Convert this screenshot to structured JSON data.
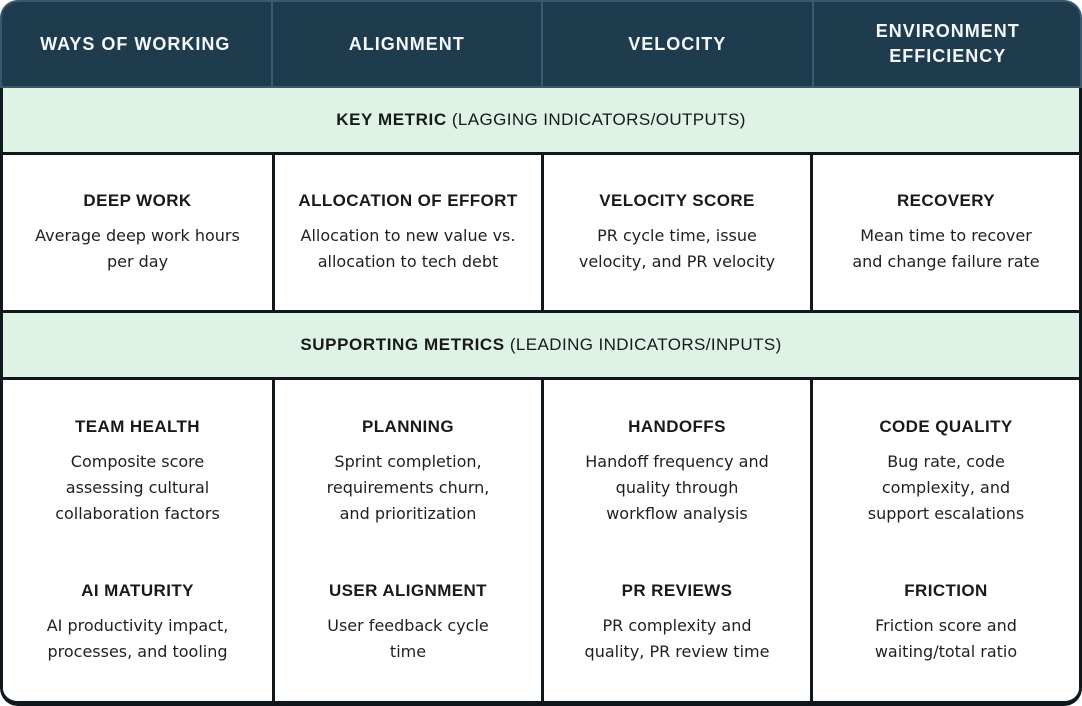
{
  "colors": {
    "navy": "#1e3c4e",
    "navy-stroke": "#3a5a72",
    "mint": "#def2e6",
    "ink": "#10181d"
  },
  "table": {
    "columns": [
      {
        "header": "WAYS OF WORKING"
      },
      {
        "header": "ALIGNMENT"
      },
      {
        "header": "VELOCITY"
      },
      {
        "header": "ENVIRONMENT\nEFFICIENCY"
      }
    ],
    "key_metric_band": {
      "bold": "KEY METRIC",
      "rest": " (LAGGING INDICATORS/OUTPUTS)"
    },
    "key_metrics": [
      {
        "title": "DEEP WORK",
        "description": "Average deep work hours\nper day"
      },
      {
        "title": "ALLOCATION OF EFFORT",
        "description": "Allocation to new value vs.\nallocation to tech debt"
      },
      {
        "title": "VELOCITY SCORE",
        "description": "PR cycle time, issue\nvelocity, and PR velocity"
      },
      {
        "title": "RECOVERY",
        "description": "Mean time to recover\nand change failure rate"
      }
    ],
    "supporting_band": {
      "bold": "SUPPORTING METRICS",
      "rest": " (LEADING INDICATORS/INPUTS)"
    },
    "supporting_metrics": [
      [
        {
          "title": "TEAM HEALTH",
          "description": "Composite score\nassessing cultural\ncollaboration factors"
        },
        {
          "title": "AI MATURITY",
          "description": "AI productivity impact,\nprocesses, and tooling"
        }
      ],
      [
        {
          "title": "PLANNING",
          "description": "Sprint completion,\nrequirements churn,\nand prioritization"
        },
        {
          "title": "USER ALIGNMENT",
          "description": "User feedback cycle\ntime"
        }
      ],
      [
        {
          "title": "HANDOFFS",
          "description": "Handoff frequency and\nquality through\nworkflow analysis"
        },
        {
          "title": "PR REVIEWS",
          "description": "PR complexity and\nquality, PR review time"
        }
      ],
      [
        {
          "title": "CODE QUALITY",
          "description": "Bug rate, code\ncomplexity, and\nsupport escalations"
        },
        {
          "title": "FRICTION",
          "description": "Friction score and\nwaiting/total ratio"
        }
      ]
    ]
  }
}
